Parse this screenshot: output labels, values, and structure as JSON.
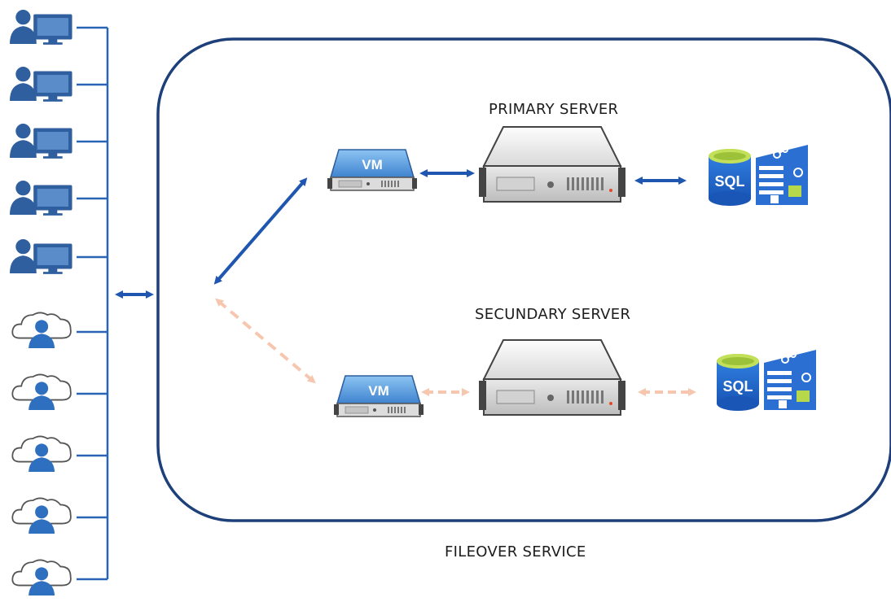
{
  "labels": {
    "primary_server": "PRIMARY SERVER",
    "secondary_server": "SECUNDARY SERVER",
    "failover_service": "FILEOVER SERVICE"
  },
  "nodes": {
    "vm_badge": "VM",
    "sql_badge": "SQL"
  },
  "icons": {
    "workstation_users": [
      "user-workstation-icon",
      "user-workstation-icon",
      "user-workstation-icon",
      "user-workstation-icon",
      "user-workstation-icon"
    ],
    "cloud_users": [
      "cloud-user-icon",
      "cloud-user-icon",
      "cloud-user-icon",
      "cloud-user-icon",
      "cloud-user-icon"
    ],
    "primary_chain": [
      "vm-icon",
      "server-icon",
      "sql-database-icon"
    ],
    "secondary_chain": [
      "vm-icon",
      "server-icon",
      "sql-database-icon"
    ]
  },
  "colors": {
    "primary_link": "#1f57b0",
    "standby_link": "#f7c6ae",
    "service_border": "#1d3f7a",
    "client_icon": "#2f5f9f",
    "bus_line": "#2a64b6",
    "vm_blue": "#4a90d9",
    "sql_blue": "#1f63c6",
    "sql_green": "#b6d84a"
  }
}
